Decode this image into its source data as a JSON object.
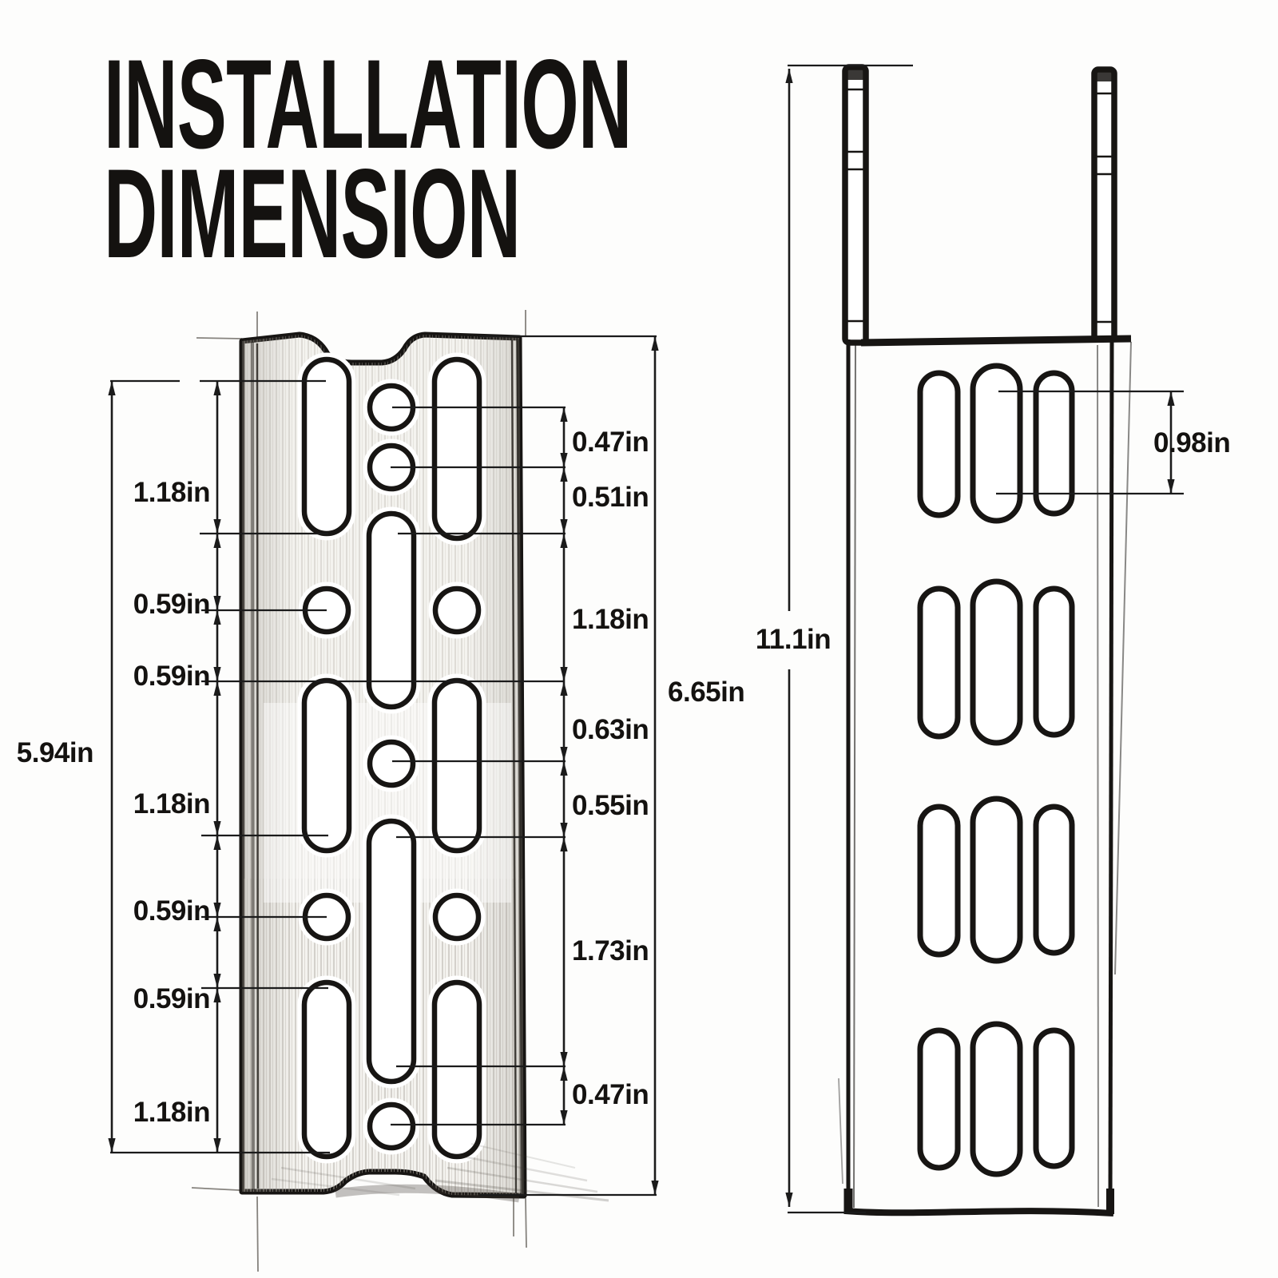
{
  "title": {
    "line1": "INSTALLATION",
    "line2": "DIMENSION"
  },
  "front_view": {
    "description": "bracket front view with slotted holes",
    "left_overall": "5.94in",
    "left_dims": [
      "1.18in",
      "0.59in",
      "0.59in",
      "1.18in",
      "0.59in",
      "0.59in",
      "1.18in"
    ],
    "right_overall": "6.65in",
    "right_dims": [
      "0.47in",
      "0.51in",
      "1.18in",
      "0.63in",
      "0.55in",
      "1.73in",
      "0.47in"
    ]
  },
  "side_view": {
    "description": "bracket side view with hook rails",
    "overall_height": "11.1in",
    "slot_height": "0.98in"
  },
  "colors": {
    "ink": "#171513",
    "paper": "#fdfdfc",
    "plate_fill": "#f4f3ef",
    "hatch": "#a9a49b"
  }
}
